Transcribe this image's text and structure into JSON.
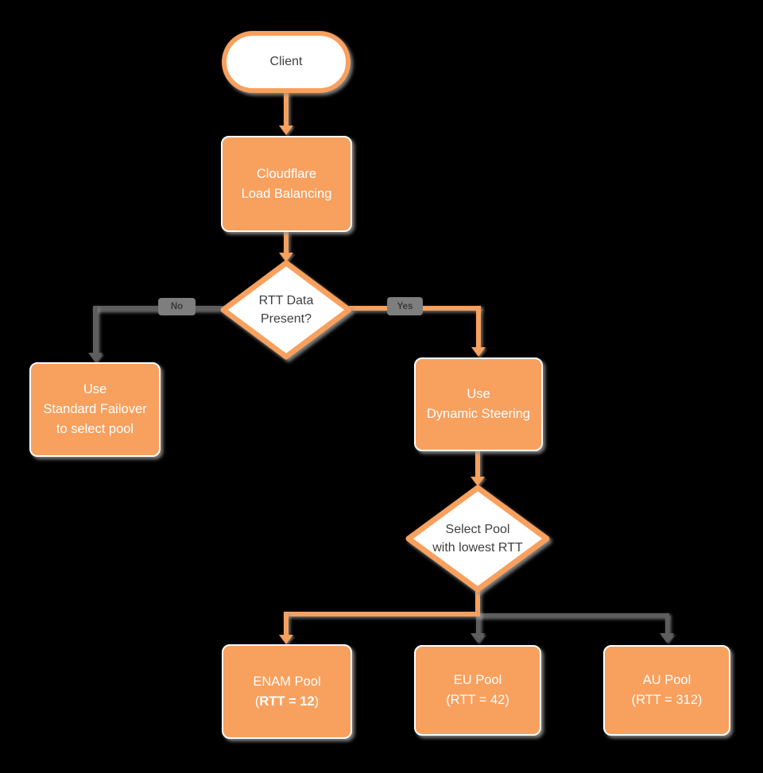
{
  "title": "Cloudflare Load Balancing decision flowchart",
  "colors": {
    "background": "#000000",
    "accent_orange": "#F8A05E",
    "connector_gray": "#5E5E5E",
    "shape_text_light": "#FFFFFF",
    "shape_text_dark": "#3F3F3F",
    "label_chip_bg": "#7E7E7E",
    "label_chip_text": "#3A3A3A",
    "shadow_gray": "#969696"
  },
  "nodes": {
    "client": {
      "label": "Client"
    },
    "load_balancing": {
      "line1": "Cloudflare",
      "line2": "Load Balancing"
    },
    "rtt_decision": {
      "line1": "RTT Data",
      "line2": "Present?"
    },
    "standard_failover": {
      "line1": "Use",
      "line2": "Standard Failover",
      "line3": "to select pool"
    },
    "dynamic_steering": {
      "line1": "Use",
      "line2": "Dynamic Steering"
    },
    "select_pool": {
      "line1": "Select Pool",
      "line2": "with lowest RTT"
    },
    "enam_pool": {
      "line1": "ENAM Pool",
      "line2_open": "(",
      "line2_bold": "RTT = 12",
      "line2_close": ")"
    },
    "eu_pool": {
      "line1": "EU Pool",
      "line2": "(RTT = 42)"
    },
    "au_pool": {
      "line1": "AU Pool",
      "line2": "(RTT = 312)"
    }
  },
  "edge_labels": {
    "no": "No",
    "yes": "Yes"
  }
}
